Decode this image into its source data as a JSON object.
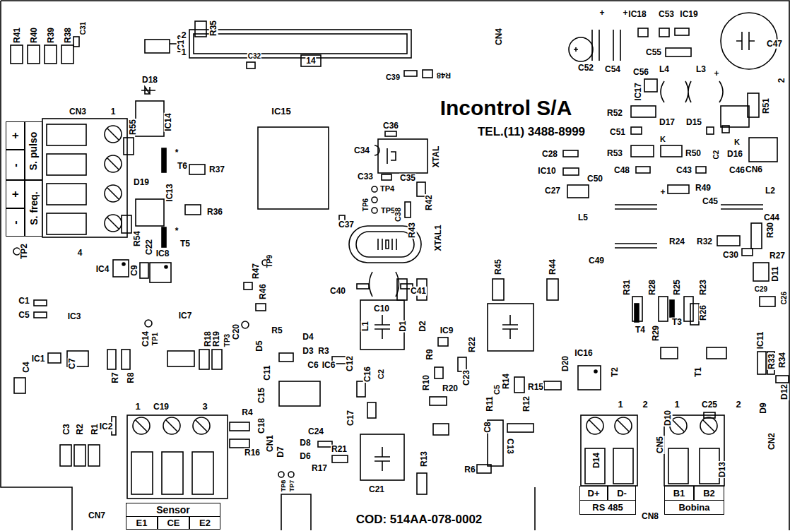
{
  "diagram": {
    "nodes": [
      {
        "text": [
          "Sensor"
        ]
      },
      {
        "text": [
          "E1"
        ]
      },
      {
        "text": [
          "CE"
        ]
      },
      {
        "text": [
          "E2"
        ]
      },
      {
        "text": [
          "D+"
        ]
      },
      {
        "text": [
          "D-"
        ]
      },
      {
        "text": [
          "RS 485"
        ]
      },
      {
        "text": [
          "B1"
        ]
      },
      {
        "text": [
          "B2"
        ]
      },
      {
        "text": [
          "Bobina"
        ]
      },
      {
        "text": [
          "+"
        ]
      },
      {
        "text": [
          "-"
        ]
      },
      {
        "text": [
          "S. pulso"
        ]
      },
      {
        "text": [
          "+"
        ]
      },
      {
        "text": [
          "-"
        ]
      },
      {
        "text": [
          "S. freq."
        ]
      }
    ],
    "labels": [
      "R41",
      "R40",
      "R39",
      "R38",
      "C31",
      "IC12",
      "R35",
      "C32",
      "2",
      "1",
      "14",
      "CN4",
      "C39",
      "R48",
      "IC15",
      "Incontrol S/A",
      "TEL.(11) 3488-8999",
      "C36",
      "C34",
      "XTAL",
      "C33",
      "C35",
      "TP4",
      "TP6",
      "TP5",
      "C38",
      "R42",
      "R43",
      "C37",
      "XTAL1",
      "C40",
      "C41",
      "+",
      "+",
      "IC18",
      "C53",
      "IC19",
      "C47",
      "C52",
      "C54",
      "C56",
      "C55",
      "L4",
      "L3",
      "+",
      "IC17",
      "R52",
      "D17",
      "D15",
      "R51",
      "2",
      "C51",
      "K",
      "K",
      "R53",
      "R50",
      "C2",
      "D16",
      "CN6",
      "C28",
      "IC10",
      "C50",
      "C48",
      "C43",
      "C46",
      "L2",
      "C27",
      "+",
      "R49",
      "C45",
      "L5",
      "C44",
      "C49",
      "R24",
      "R32",
      "R30",
      "C30",
      "R27",
      "D11",
      "R31",
      "R28",
      "R25",
      "R23",
      "C29",
      "C26",
      "R26",
      "T4",
      "T3",
      "R29",
      "IC11",
      "R34",
      "R33",
      "D12",
      "T2",
      "T1",
      "C25",
      "1",
      "2",
      "D9",
      "CN2",
      "D13",
      "D10",
      "CN5",
      "1",
      "2",
      "D14",
      "C13",
      "D20",
      "IC16",
      "R44",
      "R45",
      "R22",
      "IC9",
      "C23",
      "R20",
      "R14",
      "R15",
      "R12",
      "R11",
      "C5",
      "C8",
      "R6",
      "R13",
      "C21",
      "L1",
      "C10",
      "D1",
      "D2",
      "R9",
      "C12",
      "C16",
      "C2",
      "R10",
      "C17",
      "R21",
      "C24",
      "D8",
      "D6",
      "D7",
      "TP8",
      "TP7",
      "R17",
      "CN1",
      "C18",
      "C15",
      "C11",
      "R4",
      "R16",
      "IC6",
      "C6",
      "R3",
      "D3",
      "D4",
      "R5",
      "D5",
      "R46",
      "R47",
      "TP9",
      "TP3",
      "C20",
      "R19",
      "R18",
      "IC7",
      "TP1",
      "C14",
      "IC3",
      "C7",
      "R7",
      "R8",
      "C19",
      "1",
      "3",
      "C4",
      "C1",
      "C5",
      "IC1",
      "C3",
      "R2",
      "R1",
      "IC2",
      "CN7",
      "COD: 514AA-078-0002",
      "CN8",
      "IC4",
      "C9",
      "C22",
      "R54",
      "IC8",
      "T5",
      "*",
      "IC13",
      "R36",
      "D19",
      "T6",
      "*",
      "R55",
      "R37",
      "IC14",
      "D18",
      "CN3",
      "1",
      "4",
      "TP2"
    ]
  }
}
